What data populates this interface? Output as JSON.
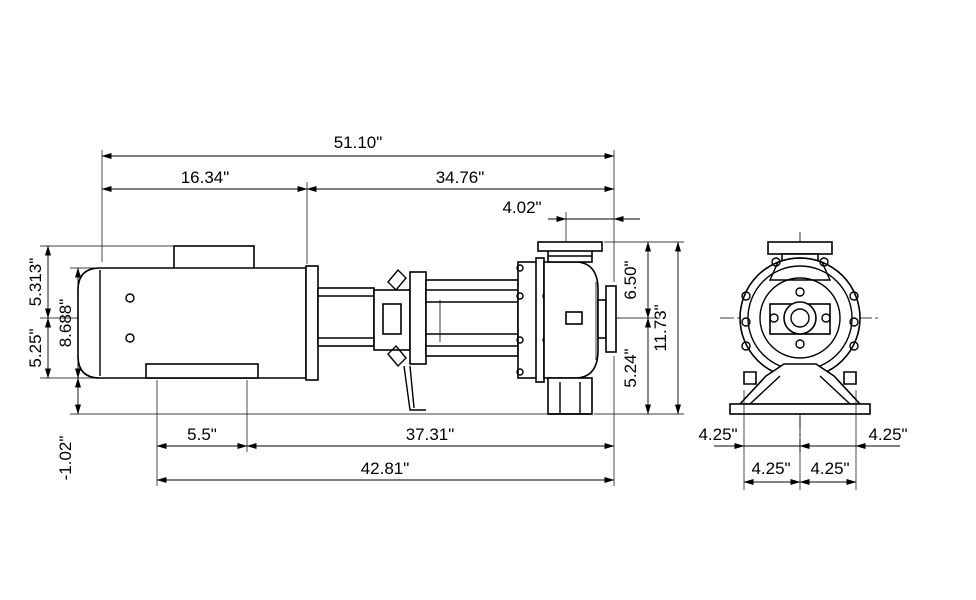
{
  "dimensions": {
    "overall_length": "51.10\"",
    "motor_length": "16.34\"",
    "pump_length": "34.76\"",
    "discharge_offset": "4.02\"",
    "foot_spacing": "5.5\"",
    "foot_to_suction": "37.31\"",
    "base_length": "42.81\"",
    "motor_top_height": "5.313\"",
    "motor_dia": "8.688\"",
    "shaft_height": "5.25\"",
    "foot_drop": "-1.02\"",
    "discharge_height": "6.50\"",
    "overall_height": "11.73\"",
    "suction_height": "5.24\"",
    "base_left": "4.25\"",
    "base_right": "4.25\"",
    "bolt_left": "4.25\"",
    "bolt_right": "4.25\""
  }
}
